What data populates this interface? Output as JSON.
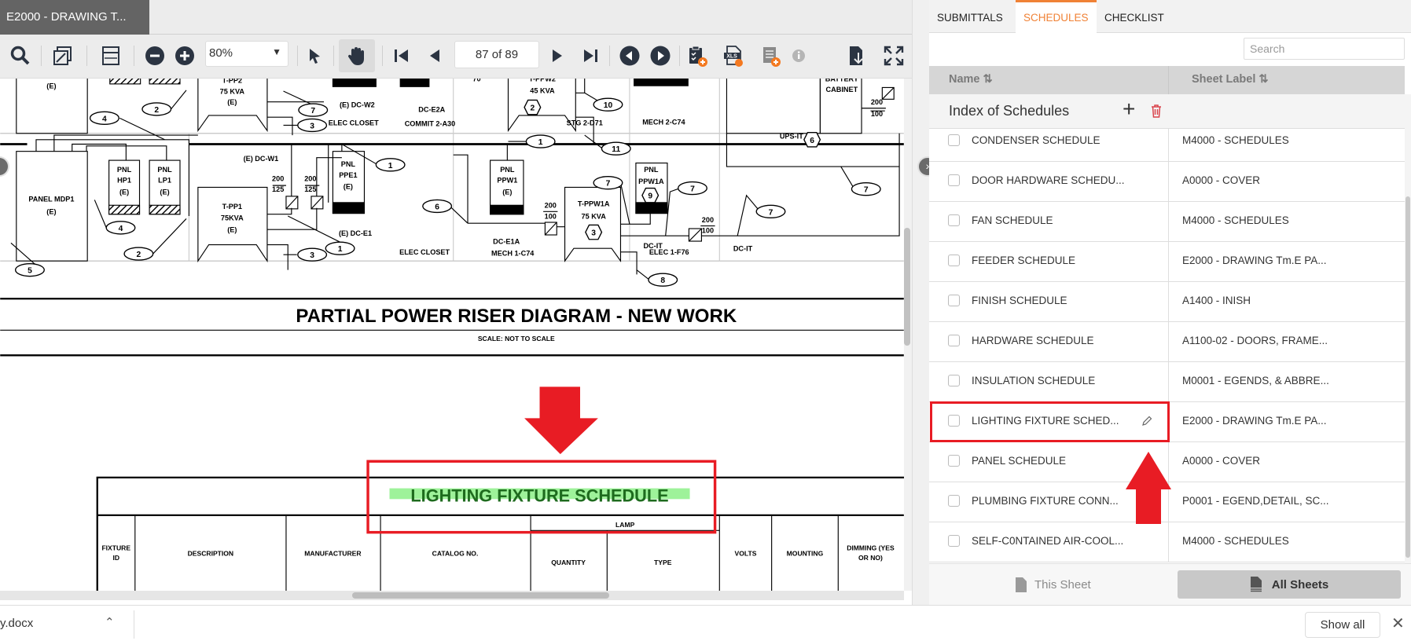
{
  "document_tab": {
    "title": "E2000 - DRAWING T..."
  },
  "toolbar": {
    "zoom_value": "80%",
    "page_indicator": "87 of 89",
    "icons": [
      "search-icon",
      "resize-icon",
      "fit-width-icon",
      "zoom-out-icon",
      "zoom-in-icon",
      "cursor-icon",
      "hand-icon",
      "first-page-icon",
      "prev-page-icon",
      "next-page-icon",
      "last-page-icon",
      "prev-circle-icon",
      "next-circle-icon",
      "clipboard-add-icon",
      "xls-export-icon",
      "schedule-add-icon",
      "info-icon",
      "download-icon",
      "fullscreen-icon"
    ],
    "xls_label": "XLS"
  },
  "drawing": {
    "title": "PARTIAL POWER RISER DIAGRAM - NEW WORK",
    "scale_note": "SCALE: NOT TO SCALE",
    "labels": [
      "(E)",
      "T-PP2",
      "75 KVA",
      "(E)",
      "(E) DC-W2",
      "ELEC CLOSET",
      "DC-E2A",
      "COMMIT 2-A30",
      "PANEL MDP1",
      "(E)",
      "PNL",
      "HP1",
      "(E)",
      "PNL",
      "LP1",
      "(E)",
      "T-PP1",
      "75KVA",
      "(E)",
      "(E) DC-W1",
      "200",
      "125",
      "200",
      "125",
      "PNL",
      "PPE1",
      "(E)",
      "(E) DC-E1",
      "ELEC CLOSET",
      "PNL",
      "PPW1",
      "(E)",
      "70",
      "T-PPW2",
      "45 KVA",
      "STG 2-D71",
      "MECH 2-C74",
      "UPS-IT",
      "BATTERY",
      "CABINET",
      "200",
      "100",
      "T-PPW1A",
      "75 KVA",
      "PNL",
      "PPW1A",
      "200",
      "100",
      "DC-E1A",
      "MECH 1-C74",
      "DC-IT",
      "ELEC 1-F76",
      "DC-IT",
      "200",
      "100"
    ],
    "callouts": [
      "2",
      "4",
      "7",
      "3",
      "1",
      "4",
      "2",
      "3",
      "1",
      "5",
      "6",
      "1",
      "10",
      "11",
      "7",
      "7",
      "7",
      "7",
      "8"
    ],
    "hex_tags": [
      "2",
      "3",
      "9",
      "6"
    ]
  },
  "schedule_table": {
    "title": "LIGHTING FIXTURE SCHEDULE",
    "lamp_group": "LAMP",
    "headers": [
      "FIXTURE ID",
      "DESCRIPTION",
      "MANUFACTURER",
      "CATALOG NO.",
      "QUANTITY",
      "TYPE",
      "VOLTS",
      "MOUNTING",
      "DIMMING (YES OR NO)"
    ]
  },
  "panel": {
    "tabs": [
      "SUBMITTALS",
      "SCHEDULES",
      "CHECKLIST"
    ],
    "active_tab": "SCHEDULES",
    "accent_color": "#f08236",
    "search_placeholder": "Search",
    "columns": {
      "name": "Name ⇅",
      "sheet_label": "Sheet Label ⇅"
    },
    "group_title": "Index of Schedules",
    "rows": [
      {
        "name": "CONDENSER SCHEDULE",
        "sheet": "M4000 - SCHEDULES"
      },
      {
        "name": "DOOR HARDWARE SCHEDU...",
        "sheet": "A0000 - COVER"
      },
      {
        "name": "FAN SCHEDULE",
        "sheet": "M4000 - SCHEDULES"
      },
      {
        "name": "FEEDER SCHEDULE",
        "sheet": "E2000 - DRAWING Tm.E PA..."
      },
      {
        "name": "FINISH SCHEDULE",
        "sheet": "A1400 - INISH"
      },
      {
        "name": "HARDWARE SCHEDULE",
        "sheet": "A1100-02 - DOORS, FRAME..."
      },
      {
        "name": "INSULATION SCHEDULE",
        "sheet": "M0001 - EGENDS, & ABBRE..."
      },
      {
        "name": "LIGHTING FIXTURE SCHED...",
        "sheet": "E2000 - DRAWING Tm.E PA..."
      },
      {
        "name": "PANEL SCHEDULE",
        "sheet": "A0000 - COVER"
      },
      {
        "name": "PLUMBING FIXTURE CONN...",
        "sheet": "P0001 - EGEND,DETAIL, SC..."
      },
      {
        "name": "SELF-C0NTAINED AIR-COOL...",
        "sheet": "M4000 - SCHEDULES"
      }
    ],
    "this_sheet": "This Sheet",
    "all_sheets": "All Sheets"
  },
  "download_bar": {
    "file": "y.docx",
    "show_all": "Show all"
  },
  "annotation_color": "#e81c24"
}
